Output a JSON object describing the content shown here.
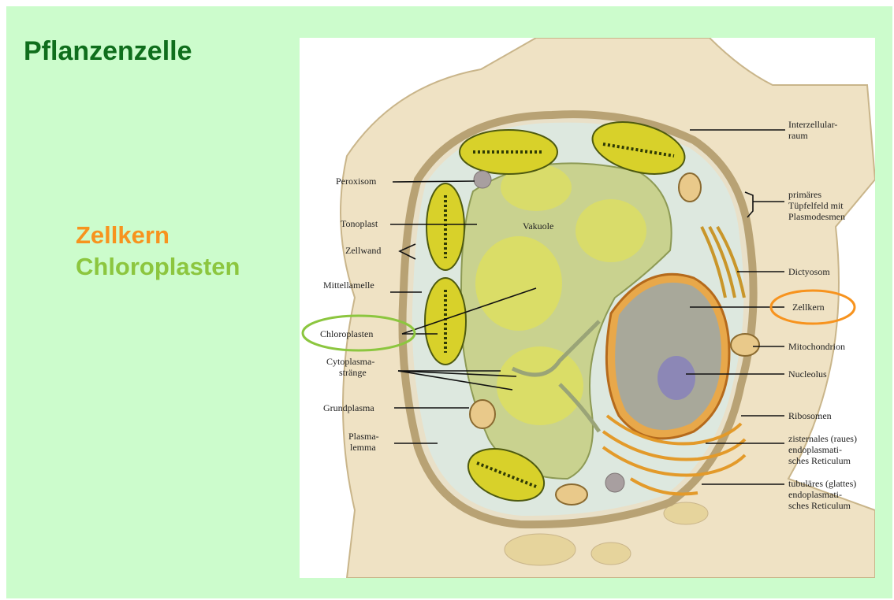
{
  "slide": {
    "title": "Pflanzenzelle",
    "legend": [
      {
        "text": "Zellkern",
        "color": "#f7931e"
      },
      {
        "text": "Chloroplasten",
        "color": "#8cc63f"
      }
    ]
  },
  "diagram": {
    "labels_left": {
      "peroxisom": "Peroxisom",
      "tonoplast": "Tonoplast",
      "zellwand": "Zellwand",
      "mittellamelle": "Mittellamelle",
      "chloroplasten": "Chloroplasten",
      "cytoplasma_1": "Cytoplasma-",
      "cytoplasma_2": "stränge",
      "grundplasma": "Grundplasma",
      "plasmalemma_1": "Plasma-",
      "plasmalemma_2": "lemma"
    },
    "vakuole": "Vakuole",
    "labels_right": {
      "interzellular_1": "Interzellular-",
      "interzellular_2": "raum",
      "tuepfel_1": "primäres",
      "tuepfel_2": "Tüpfelfeld mit",
      "tuepfel_3": "Plasmodesmen",
      "dictyosom": "Dictyosom",
      "zellkern": "Zellkern",
      "mitochondrion": "Mitochondrion",
      "nucleolus": "Nucleolus",
      "ribosomen": "Ribosomen",
      "rer_1": "zisternales (raues)",
      "rer_2": "endoplasmati-",
      "rer_3": "sches Reticulum",
      "ser_1": "tubuläres (glattes)",
      "ser_2": "endoplasmati-",
      "ser_3": "sches Reticulum"
    },
    "highlight_colors": {
      "zellkern": "#f7931e",
      "chloroplasten": "#8cc63f"
    }
  }
}
